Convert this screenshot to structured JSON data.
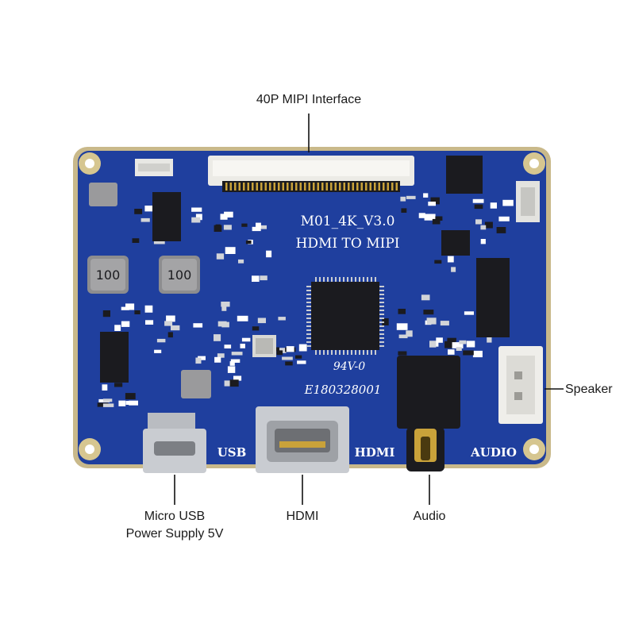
{
  "callouts": {
    "mipi": "40P MIPI Interface",
    "usb_line1": "Micro USB",
    "usb_line2": "Power Supply 5V",
    "hdmi": "HDMI",
    "audio": "Audio",
    "speaker": "Speaker"
  },
  "board": {
    "model": "M01_4K_V3.0",
    "function": "HDMI TO MIPI",
    "rating": "94V-0",
    "serial": "E180328001",
    "inductor_value": "100",
    "silk_usb": "USB",
    "silk_hdmi": "HDMI",
    "silk_audio": "AUDIO"
  },
  "colors": {
    "pcb": "#1f3f9e",
    "pcb_dark": "#172f7a",
    "pcb_edge": "#c9b98a",
    "chip": "#1b1b1f",
    "metal": "#c9ccd1",
    "gold": "#c9a23a"
  }
}
